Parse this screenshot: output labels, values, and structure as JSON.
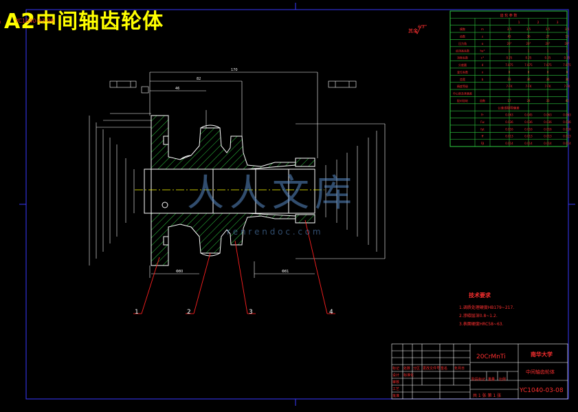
{
  "drawing": {
    "title": "A2中间轴齿轮体",
    "red_ref": "YC1040-03-08",
    "roughness_note": "其余",
    "roughness_value": "6.3"
  },
  "param_table": {
    "header": "齿 轮 参 数",
    "cols": [
      "1",
      "2",
      "3",
      "4"
    ],
    "rows": [
      {
        "name": "模数",
        "sym": "m",
        "vals": [
          "3.5",
          "3.5",
          "3.5",
          "3.5"
        ]
      },
      {
        "name": "齿数",
        "sym": "z",
        "vals": [
          "43",
          "36",
          "27",
          "17"
        ]
      },
      {
        "name": "压力角",
        "sym": "α",
        "vals": [
          "20°",
          "20°",
          "20°",
          "20°"
        ]
      },
      {
        "name": "齿顶高系数",
        "sym": "ha*",
        "vals": [
          "1",
          "1",
          "1",
          "1"
        ]
      },
      {
        "name": "顶隙系数",
        "sym": "c*",
        "vals": [
          "0.25",
          "0.25",
          "0.25",
          "0.25"
        ]
      },
      {
        "name": "分度圆",
        "sym": "d",
        "vals": [
          "7.875",
          "7.875",
          "7.875",
          "7.875"
        ]
      },
      {
        "name": "变位系数",
        "sym": "x",
        "vals": [
          "0",
          "0",
          "0",
          "0"
        ]
      },
      {
        "name": "齿宽",
        "sym": "b",
        "vals": [
          "33",
          "36",
          "36",
          "36"
        ]
      },
      {
        "name": "精度等级",
        "sym": "",
        "vals": [
          "7-FK",
          "7-FK",
          "7-FK",
          "7-FK"
        ]
      },
      {
        "name": "中心距及其偏差",
        "sym": "",
        "vals": [
          "",
          "",
          "",
          ""
        ]
      },
      {
        "name": "配对齿轮",
        "sym": "齿数",
        "vals": [
          "17",
          "24",
          "33",
          "43"
        ]
      }
    ],
    "tolerance_header": "公差或极限偏差",
    "tolerance_rows": [
      {
        "sym": "Fr",
        "vals": [
          "0.063",
          "0.045",
          "0.063",
          "0.063"
        ]
      },
      {
        "sym": "Fw",
        "vals": [
          "0.036",
          "0.036",
          "0.036",
          "0.036"
        ]
      },
      {
        "sym": "fpt",
        "vals": [
          "0.016",
          "0.016",
          "0.016",
          "0.016"
        ]
      },
      {
        "sym": "ff",
        "vals": [
          "0.013",
          "0.013",
          "0.013",
          "0.013"
        ]
      },
      {
        "sym": "Fβ",
        "vals": [
          "0.014",
          "0.014",
          "0.014",
          "0.014"
        ]
      }
    ]
  },
  "tech_req": {
    "title": "技术要求",
    "items": [
      "1.调质处理硬度HB179~217.",
      "2.渗碳层深0.8~1.2.",
      "3.表面硬度HRC58~63."
    ]
  },
  "balloons": [
    "1",
    "2",
    "3",
    "4"
  ],
  "title_block": {
    "material": "20CrMnTi",
    "school": "南华大学",
    "part_name": "中间轴齿轮体",
    "drawing_no": "YC1040-03-08",
    "sheet": "共 1 张 第 1 张",
    "labels": [
      "标记",
      "处数",
      "分区",
      "更改文件号",
      "签名",
      "年月日",
      "设计",
      "标准化",
      "阶段标记",
      "重量",
      "比例",
      "审核",
      "工艺",
      "批准"
    ]
  },
  "watermark": {
    "text": "人人文库",
    "url": "r e n r e n d o c . c o m"
  },
  "colors": {
    "background": "#000000",
    "frame": "#3a3aff",
    "outline": "#ffffff",
    "dimension": "#ffffff",
    "hatch": "#2ecc40",
    "centerline": "#ffff00",
    "leader": "#ff2020",
    "title": "#ffff00",
    "table_text": "#ff3030"
  }
}
